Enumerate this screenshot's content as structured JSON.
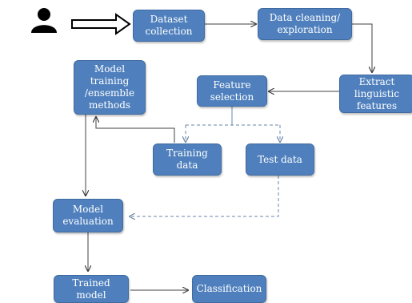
{
  "nodes": {
    "dataset_collection": "Dataset\ncollection",
    "data_cleaning": "Data cleaning/\nexploration",
    "extract_features": "Extract linguistic\nfeatures",
    "feature_selection": "Feature\nselection",
    "model_training": "Model training\n/ensemble\nmethods",
    "training_data": "Training data",
    "test_data": "Test data",
    "model_evaluation": "Model\nevaluation",
    "trained_model": "Trained model",
    "classification": "Classification"
  },
  "icons": {
    "user": "user-icon",
    "outline_arrow": "hollow-arrow-icon"
  },
  "colors": {
    "node_fill": "#4f80bd",
    "arrow": "#404040",
    "dashed": "#6a86a8"
  }
}
